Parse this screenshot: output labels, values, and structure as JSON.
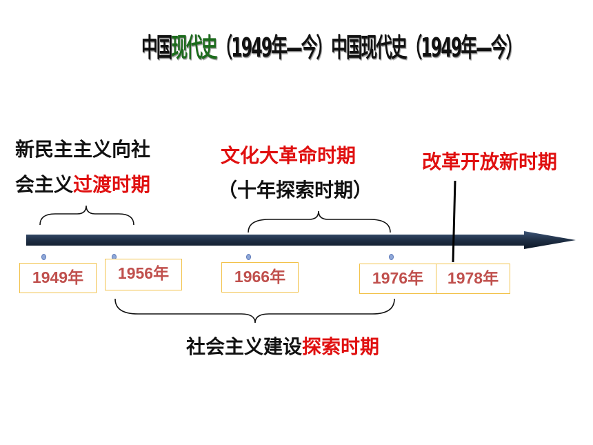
{
  "title": {
    "part1_a": "中国",
    "part1_b": "现代史",
    "part1_c": "（1949年—今）",
    "part2": "中国现代史（1949年—今）"
  },
  "periods": {
    "transition_line1": "新民主主义向社",
    "transition_line2_black": "会主义",
    "transition_line2_red": "过渡时期",
    "cultural_revolution": "文化大革命时期",
    "exploration_decade": "（十年探索时期）",
    "reform_opening": "改革开放新时期",
    "construction_black": "社会主义建设",
    "construction_red": "探索时期"
  },
  "years": [
    "1949年",
    "1956年",
    "1966年",
    "1976年",
    "1978年"
  ],
  "colors": {
    "arrow": "#1f2f45",
    "highlight_red": "#e01010",
    "year_text": "#c0504d",
    "year_border": "#f2c24a"
  }
}
